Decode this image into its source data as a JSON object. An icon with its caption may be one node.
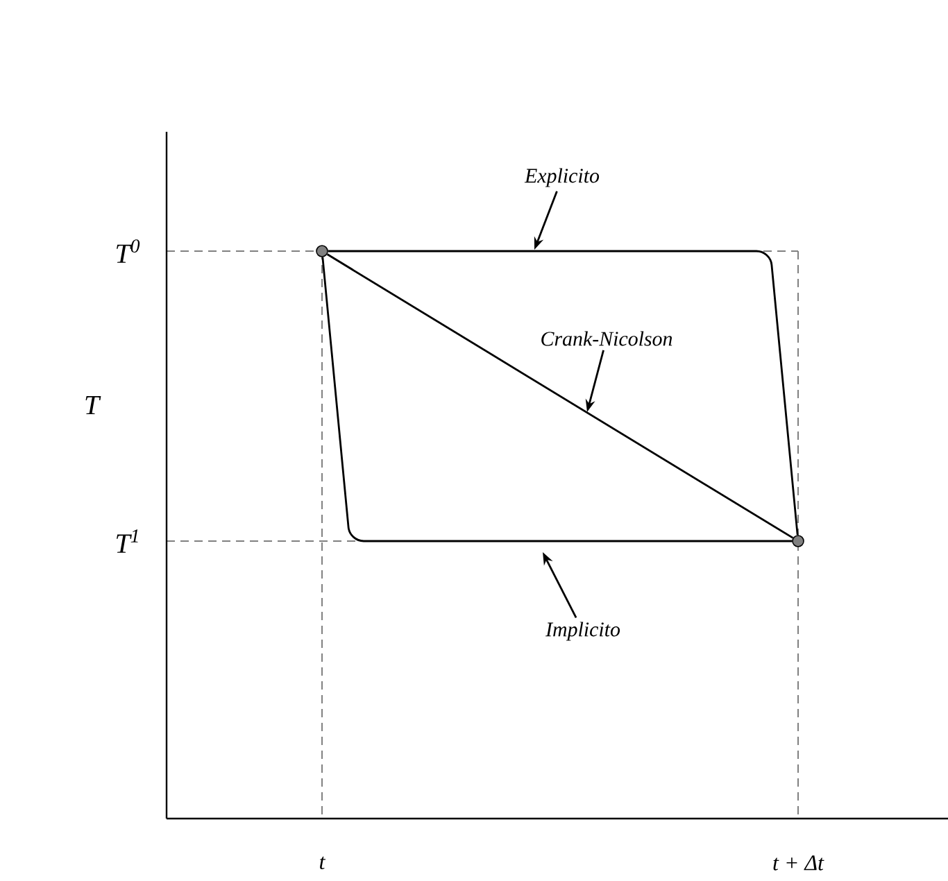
{
  "diagram": {
    "nodes": [
      {
        "text": [],
        "shape": "circle"
      },
      {
        "text": [],
        "shape": "circle"
      },
      {
        "text": [
          "Explicito"
        ]
      },
      {
        "text": [
          "Crank-Nicolson"
        ]
      },
      {
        "text": [
          "Implicito"
        ]
      }
    ],
    "edges": [
      {
        "from": 0,
        "to": 1,
        "arrow": "none"
      },
      {
        "from": 0,
        "to": 1,
        "arrow": "none"
      },
      {
        "from": 0,
        "to": 1,
        "arrow": "none"
      },
      {
        "from": 2,
        "to": null,
        "arrow": "to"
      },
      {
        "from": 3,
        "to": null,
        "arrow": "to"
      },
      {
        "from": 4,
        "to": null,
        "arrow": "to"
      }
    ],
    "labels": [
      "T$^{0}$",
      "T",
      "T$^{1}$",
      "t",
      "t + Δt"
    ]
  }
}
